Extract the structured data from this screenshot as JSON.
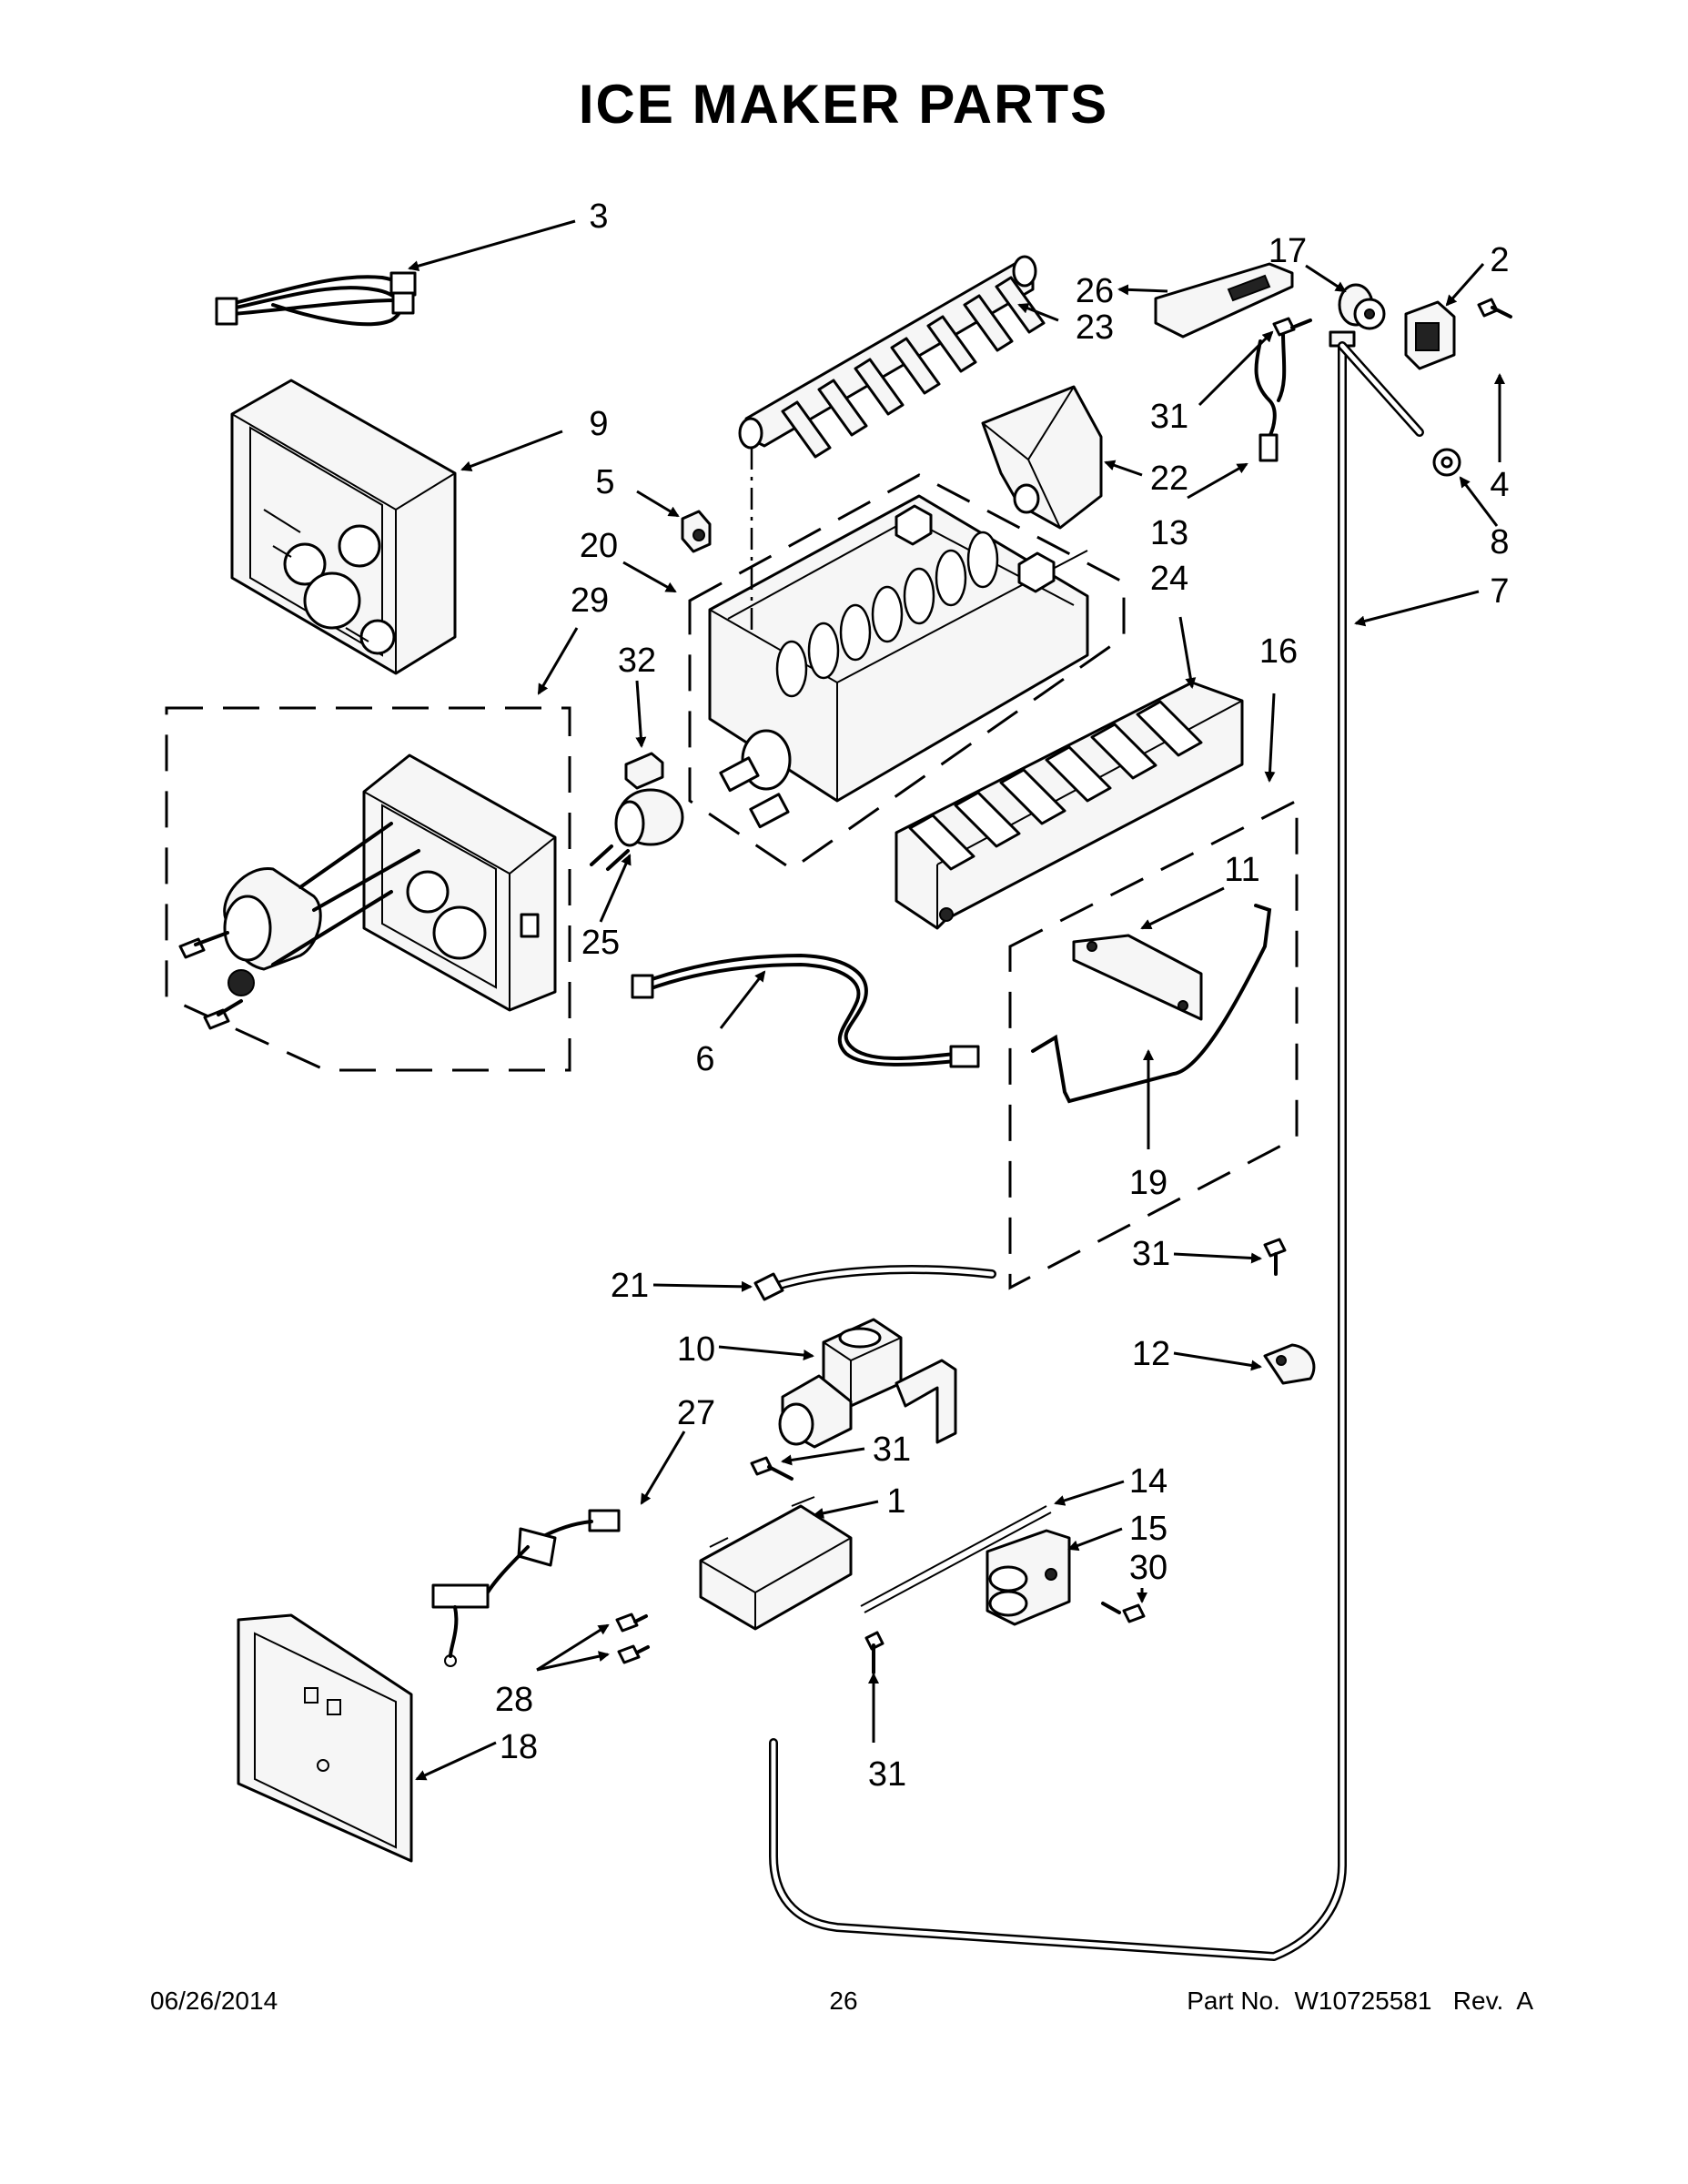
{
  "title": "ICE MAKER PARTS",
  "footer": {
    "date": "06/26/2014",
    "page": "26",
    "part_number": "Part No.  W10725581   Rev.  A"
  },
  "callouts": {
    "c1": "1",
    "c2": "2",
    "c3": "3",
    "c4": "4",
    "c5": "5",
    "c6": "6",
    "c7": "7",
    "c8": "8",
    "c9": "9",
    "c10": "10",
    "c11": "11",
    "c12": "12",
    "c13": "13",
    "c14": "14",
    "c15": "15",
    "c16": "16",
    "c17": "17",
    "c18": "18",
    "c19": "19",
    "c20": "20",
    "c21": "21",
    "c22": "22",
    "c23": "23",
    "c24": "24",
    "c25": "25",
    "c26": "26",
    "c27": "27",
    "c28": "28",
    "c29": "29",
    "c30": "30",
    "c31a": "31",
    "c31b": "31",
    "c31c": "31",
    "c31d": "31",
    "c32": "32"
  }
}
